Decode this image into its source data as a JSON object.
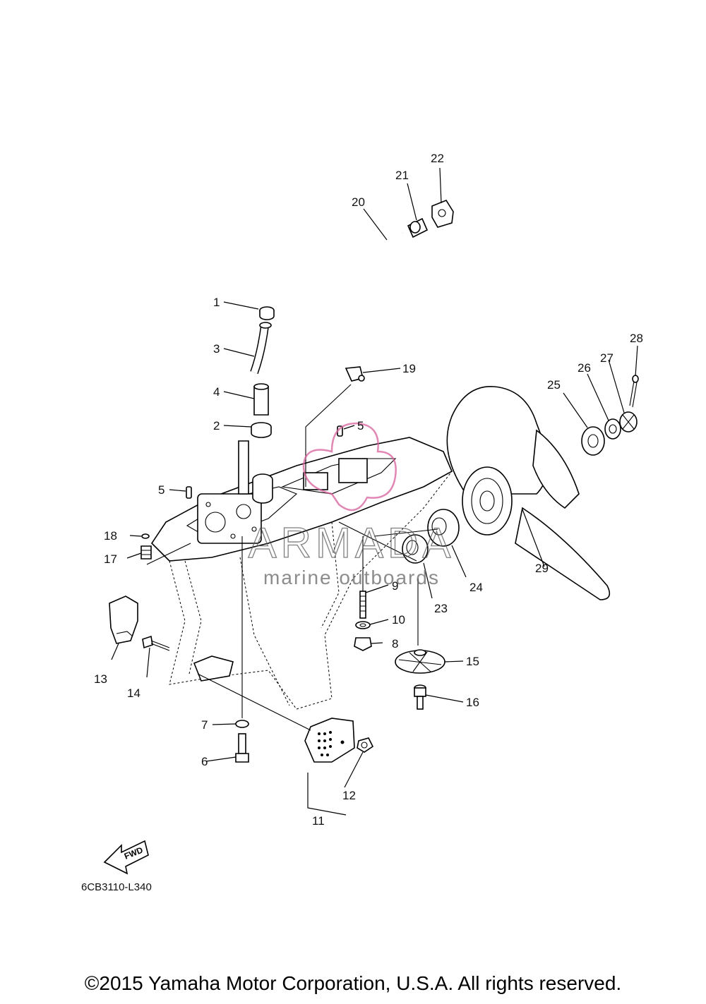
{
  "diagram": {
    "code": "6CB3110-L340",
    "fwd_label": "FWD",
    "parts": [
      {
        "id": "p1",
        "label": "1"
      },
      {
        "id": "p2",
        "label": "2"
      },
      {
        "id": "p3",
        "label": "3"
      },
      {
        "id": "p4",
        "label": "4"
      },
      {
        "id": "p5a",
        "label": "5"
      },
      {
        "id": "p5b",
        "label": "5"
      },
      {
        "id": "p6",
        "label": "6"
      },
      {
        "id": "p7",
        "label": "7"
      },
      {
        "id": "p8",
        "label": "8"
      },
      {
        "id": "p9",
        "label": "9"
      },
      {
        "id": "p10",
        "label": "10"
      },
      {
        "id": "p11",
        "label": "11"
      },
      {
        "id": "p12",
        "label": "12"
      },
      {
        "id": "p13",
        "label": "13"
      },
      {
        "id": "p14",
        "label": "14"
      },
      {
        "id": "p15",
        "label": "15"
      },
      {
        "id": "p16",
        "label": "16"
      },
      {
        "id": "p17",
        "label": "17"
      },
      {
        "id": "p18",
        "label": "18"
      },
      {
        "id": "p19",
        "label": "19"
      },
      {
        "id": "p20",
        "label": "20"
      },
      {
        "id": "p21",
        "label": "21"
      },
      {
        "id": "p22",
        "label": "22"
      },
      {
        "id": "p23",
        "label": "23"
      },
      {
        "id": "p24",
        "label": "24"
      },
      {
        "id": "p25",
        "label": "25"
      },
      {
        "id": "p26",
        "label": "26"
      },
      {
        "id": "p27",
        "label": "27"
      },
      {
        "id": "p28",
        "label": "28"
      },
      {
        "id": "p29",
        "label": "29"
      }
    ]
  },
  "watermark": {
    "brand": "ARMADA",
    "tagline": "marine outboards",
    "color": "#d8609c"
  },
  "footer": {
    "copyright": "©2015 Yamaha Motor Corporation, U.S.A. All rights reserved."
  }
}
